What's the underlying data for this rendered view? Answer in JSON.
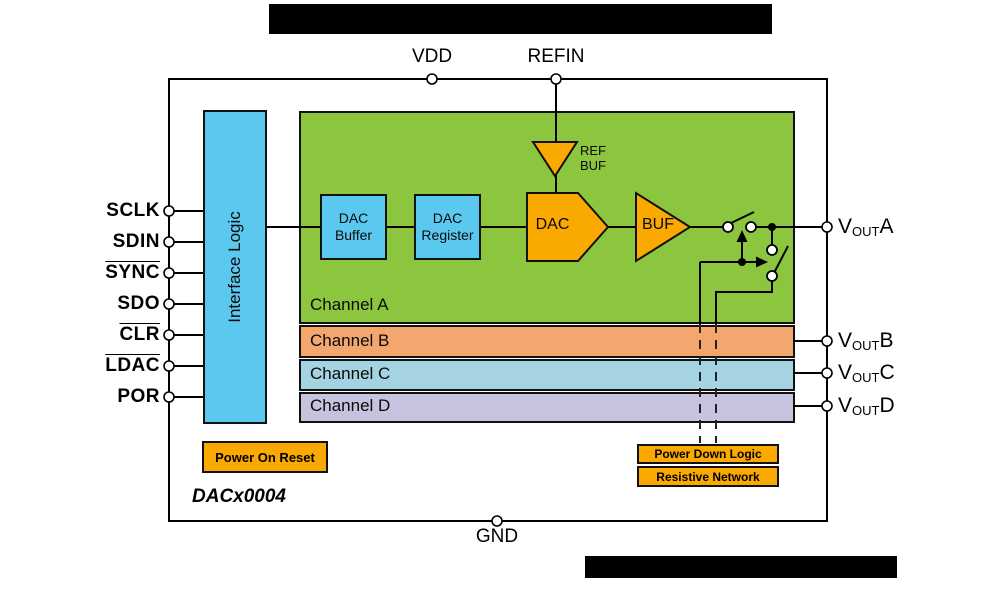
{
  "title": "DACx0004",
  "pins": {
    "top": [
      "VDD",
      "REFIN"
    ],
    "bottom": [
      "GND"
    ],
    "left": [
      {
        "label": "SCLK",
        "overline": false
      },
      {
        "label": "SDIN",
        "overline": false
      },
      {
        "label": "SYNC",
        "overline": true
      },
      {
        "label": "SDO",
        "overline": false
      },
      {
        "label": "CLR",
        "overline": true
      },
      {
        "label": "LDAC",
        "overline": true
      },
      {
        "label": "POR",
        "overline": false
      }
    ],
    "right": [
      {
        "v": "V",
        "sub": "OUT",
        "ch": "A"
      },
      {
        "v": "V",
        "sub": "OUT",
        "ch": "B"
      },
      {
        "v": "V",
        "sub": "OUT",
        "ch": "C"
      },
      {
        "v": "V",
        "sub": "OUT",
        "ch": "D"
      }
    ]
  },
  "blocks": {
    "interface_logic": "Interface Logic",
    "dac_buffer": [
      "DAC",
      "Buffer"
    ],
    "dac_register": [
      "DAC",
      "Register"
    ],
    "dac": "DAC",
    "buf": "BUF",
    "ref_buf": [
      "REF",
      "BUF"
    ],
    "power_on_reset": "Power On Reset",
    "power_down_logic": "Power Down Logic",
    "resistive_network": "Resistive Network"
  },
  "channels": [
    {
      "label": "Channel A",
      "color": "#8CC63F"
    },
    {
      "label": "Channel B",
      "color": "#F3A76F"
    },
    {
      "label": "Channel C",
      "color": "#A6D3E1"
    },
    {
      "label": "Channel D",
      "color": "#C7C2DD"
    }
  ],
  "colors": {
    "logic_block_blue": "#5BC8F0",
    "amber": "#F9A900",
    "wire": "#000000",
    "redaction": "#000000"
  }
}
